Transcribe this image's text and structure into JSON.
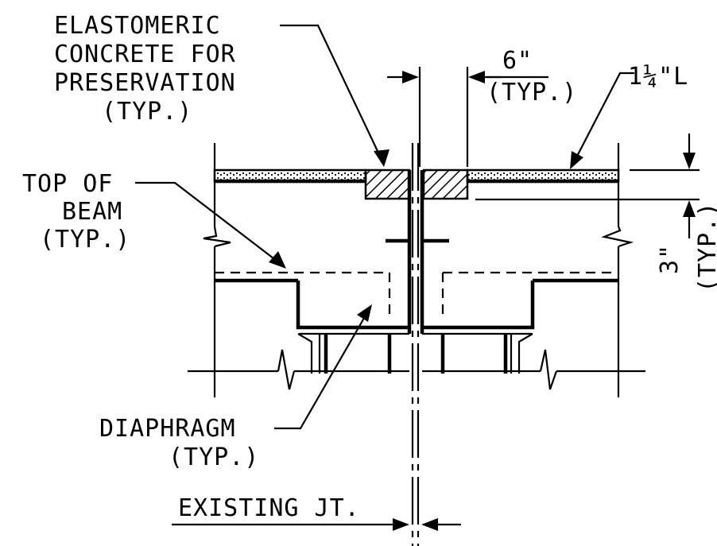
{
  "labels": {
    "elastomeric": [
      "ELASTOMERIC",
      "CONCRETE FOR",
      "PRESERVATION",
      "(TYP.)"
    ],
    "top_of_beam": [
      "TOP OF",
      "BEAM",
      "(TYP.)"
    ],
    "diaphragm": [
      "DIAPHRAGM",
      "(TYP.)"
    ],
    "existing_joint": "EXISTING JT.",
    "dim_6": "6\"",
    "dim_6_typ": "(TYP.)",
    "dim_overlay": "1¼\"L",
    "dim_3": "3\"",
    "dim_3_typ": "(TYP.)"
  }
}
